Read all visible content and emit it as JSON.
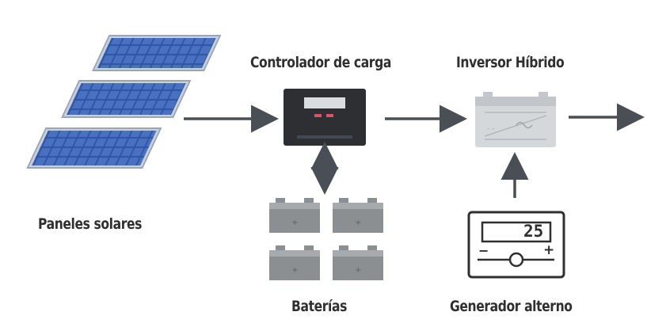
{
  "nodes": {
    "panels": {
      "label": "Paneles solares"
    },
    "controller": {
      "label": "Controlador de carga"
    },
    "inverter": {
      "label": "Inversor Híbrido"
    },
    "batteries": {
      "label": "Baterías"
    },
    "generator": {
      "label": "Generador alterno",
      "display": "25",
      "minus": "−",
      "plus": "+"
    }
  },
  "colors": {
    "arrow": "#4a4f55",
    "panel_blue": "#3a5fae",
    "panel_frame": "#b9c3d1",
    "controller_body": "#2d2f33",
    "controller_led": "#e0506a",
    "battery_gray": "#8c8f92",
    "inverter_gray": "#cfd3d6",
    "generator_stroke": "#2f2f2f"
  }
}
